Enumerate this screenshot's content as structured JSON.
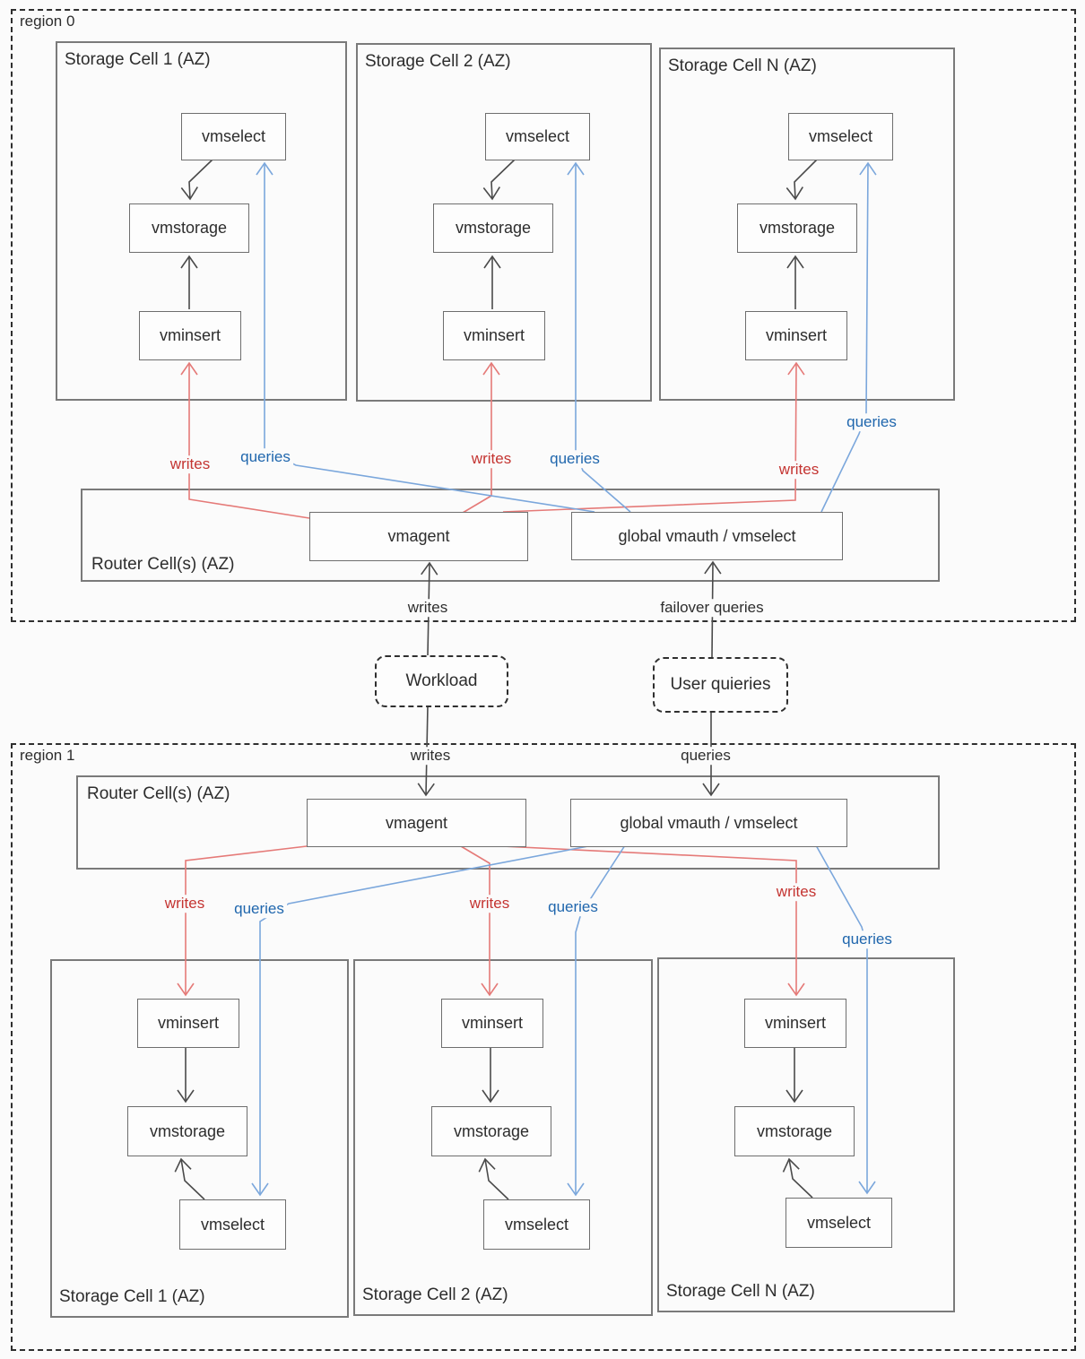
{
  "labels": {
    "region0": "region 0",
    "region1": "region 1",
    "cell1": "Storage Cell 1 (AZ)",
    "cell2": "Storage Cell 2 (AZ)",
    "cellN": "Storage Cell N (AZ)",
    "router": "Router Cell(s) (AZ)",
    "vmselect": "vmselect",
    "vmstorage": "vmstorage",
    "vminsert": "vminsert",
    "vmagent": "vmagent",
    "global_vmauth": "global vmauth / vmselect",
    "writes": "writes",
    "queries": "queries",
    "failover_queries": "failover queries",
    "workload": "Workload",
    "user_queries": "User quieries"
  },
  "colors": {
    "writes_line": "#e57a78",
    "writes_text": "#c43431",
    "queries_line": "#7ba7dc",
    "queries_text": "#1f66ad",
    "black_line": "#4a4a4a",
    "border": "#7a7a7a",
    "dashed_border": "#2f2f2f",
    "background": "#fbfbfb"
  }
}
